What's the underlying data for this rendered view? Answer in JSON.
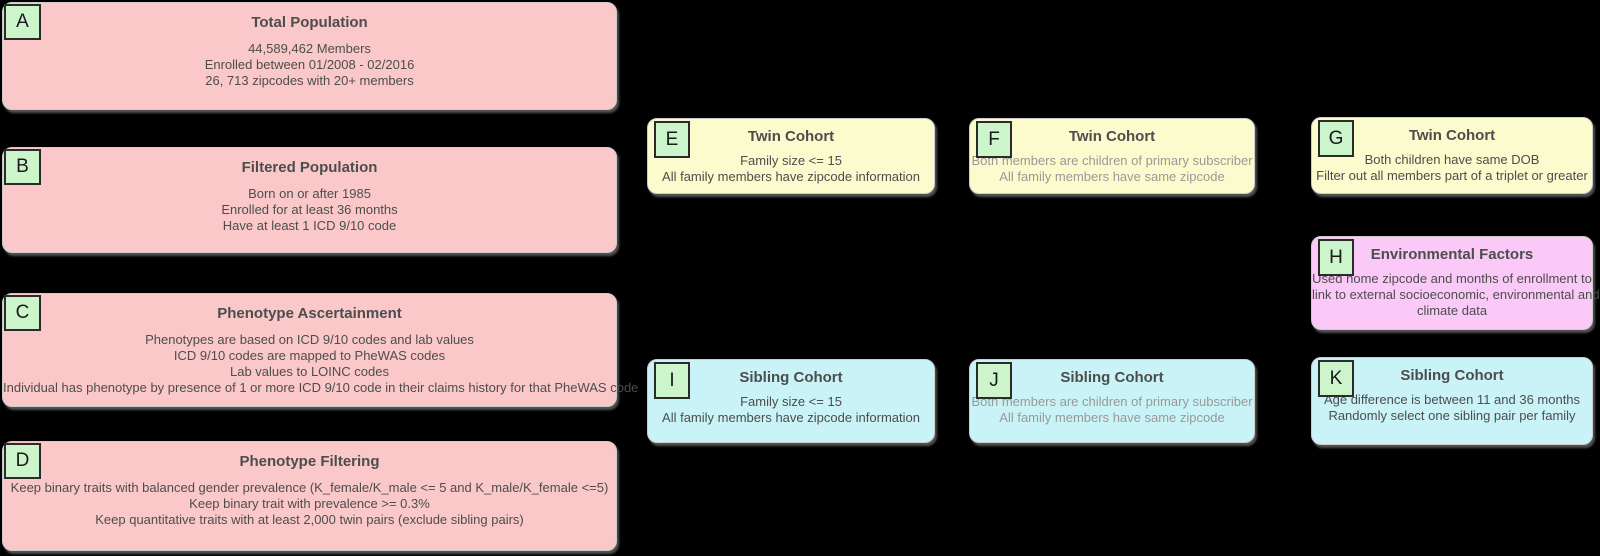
{
  "palette": {
    "background": "#000000",
    "population_fill": "#fac8c8",
    "twin_fill": "#fbfbcd",
    "sibling_fill": "#c9f3f7",
    "environment_fill": "#fac9f8",
    "label_fill": "#ccf5cc",
    "box_border": "#cccccc",
    "label_border": "#2b2b2b",
    "title_text": "#4d4d4d",
    "body_text": "#4d4d4d",
    "muted_text": "#999999"
  },
  "nodes": {
    "A": {
      "letter": "A",
      "title": "Total Population",
      "lines": [
        "44,589,462 Members",
        "Enrolled between 01/2008 - 02/2016",
        "26, 713 zipcodes with 20+ members"
      ]
    },
    "B": {
      "letter": "B",
      "title": "Filtered Population",
      "lines": [
        "Born on or after 1985",
        "Enrolled for at least 36 months",
        "Have at least 1 ICD 9/10 code"
      ]
    },
    "C": {
      "letter": "C",
      "title": "Phenotype Ascertainment",
      "lines": [
        "Phenotypes are based on ICD 9/10 codes and lab values",
        "ICD 9/10 codes are mapped to PheWAS codes",
        "Lab values to LOINC codes",
        "Individual has phenotype by presence of 1 or more ICD 9/10 code in their claims history for that PheWAS code"
      ]
    },
    "D": {
      "letter": "D",
      "title": "Phenotype Filtering",
      "lines": [
        "Keep binary traits with balanced gender prevalence (K_female/K_male <= 5 and K_male/K_female <=5)",
        "Keep binary trait with prevalence >= 0.3%",
        "Keep quantitative traits with at least 2,000 twin pairs (exclude sibling pairs)"
      ]
    },
    "E": {
      "letter": "E",
      "title": "Twin Cohort",
      "lines": [
        "Family size <= 15",
        "All family members have zipcode information"
      ]
    },
    "F": {
      "letter": "F",
      "title": "Twin Cohort",
      "lines": [
        "Both members are children of primary subscriber",
        "All family members have same zipcode"
      ]
    },
    "G": {
      "letter": "G",
      "title": "Twin Cohort",
      "lines": [
        "Both children have same DOB",
        "Filter out all members part of a triplet or greater"
      ]
    },
    "H": {
      "letter": "H",
      "title": "Environmental Factors",
      "lines": [
        "Used home zipcode and months of enrollment to",
        "link to external socioeconomic, environmental and",
        "climate data"
      ]
    },
    "I": {
      "letter": "I",
      "title": "Sibling Cohort",
      "lines": [
        "Family size <= 15",
        "All family members have zipcode information"
      ]
    },
    "J": {
      "letter": "J",
      "title": "Sibling Cohort",
      "lines": [
        "Both members are children of primary subscriber",
        "All family members have same zipcode"
      ]
    },
    "K": {
      "letter": "K",
      "title": "Sibling Cohort",
      "lines": [
        "Age difference is between 11 and 36 months",
        "Randomly select one sibling pair per family"
      ]
    }
  }
}
